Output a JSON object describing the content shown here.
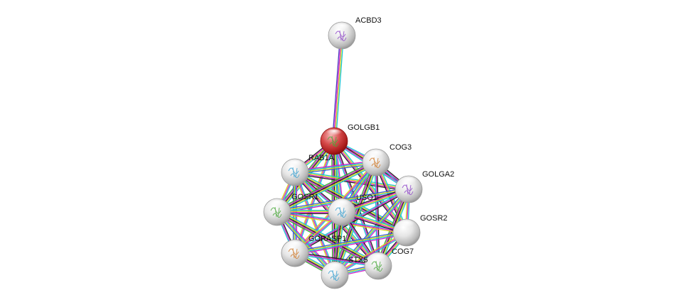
{
  "network": {
    "colors": {
      "query_node": "#cc2b2b",
      "partner_node": "#cfcfcf",
      "edge_cyan": "#19c5d3",
      "edge_magenta": "#d61fc8",
      "edge_yellow": "#d8d21c",
      "edge_black": "#222222",
      "edge_purple": "#4b3bbf",
      "edge_green": "#35b135",
      "edge_blue": "#3a5fd6",
      "structure_purple": "#8e46c8",
      "structure_green": "#4aa83b"
    },
    "nodes": [
      {
        "id": "ACBD3",
        "label": "ACBD3",
        "type": "partner",
        "icon": "protein-structure-icon"
      },
      {
        "id": "GOLGB1",
        "label": "GOLGB1",
        "type": "query",
        "icon": "protein-structure-icon"
      },
      {
        "id": "RAB1A",
        "label": "RAB1A",
        "type": "partner",
        "icon": "protein-structure-icon"
      },
      {
        "id": "COG3",
        "label": "COG3",
        "type": "partner",
        "icon": "protein-structure-icon"
      },
      {
        "id": "GOLGA2",
        "label": "GOLGA2",
        "type": "partner",
        "icon": "protein-structure-icon"
      },
      {
        "id": "GOSR1",
        "label": "GOSR1",
        "type": "partner",
        "icon": "protein-structure-icon"
      },
      {
        "id": "USO1",
        "label": "USO1",
        "type": "partner",
        "icon": "protein-structure-icon"
      },
      {
        "id": "GOSR2",
        "label": "GOSR2",
        "type": "partner",
        "icon": "none"
      },
      {
        "id": "GORASP1",
        "label": "GORASP1",
        "type": "partner",
        "icon": "protein-structure-icon"
      },
      {
        "id": "COG7",
        "label": "COG7",
        "type": "partner",
        "icon": "protein-structure-icon"
      },
      {
        "id": "STX5",
        "label": "STX5",
        "type": "partner",
        "icon": "protein-structure-icon"
      },
      {
        "id": "GOSR1_b",
        "label": "",
        "type": "partner",
        "icon": "protein-structure-icon"
      }
    ]
  }
}
